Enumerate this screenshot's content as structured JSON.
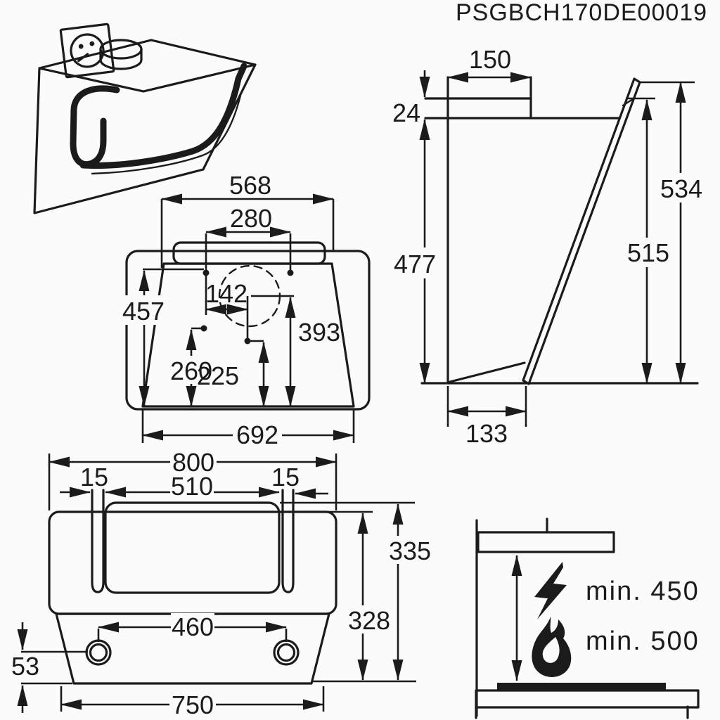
{
  "title": "PSGBCH170DE00019",
  "side_view": {
    "duct_width": "150",
    "duct_offset": "24",
    "body_height": "477",
    "total_height": "534",
    "glass_length": "515",
    "bottom_depth": "133"
  },
  "rear_view": {
    "top_width": "568",
    "upper_holes_span": "280",
    "hole_to_duct_offset": "142",
    "left_height": "457",
    "duct_center_height": "393",
    "lower_hole_left_height": "260",
    "lower_hole_mid_height": "225",
    "bottom_width": "692"
  },
  "top_view": {
    "total_width": "800",
    "glass_gap_left": "15",
    "opening_width": "510",
    "glass_gap_right": "15",
    "outer_depth": "335",
    "inner_depth": "328",
    "fixing_span": "460",
    "fixing_edge_offset": "53",
    "base_width": "750"
  },
  "clearance": {
    "electric_min": "min. 450",
    "gas_min": "min. 500"
  },
  "colors": {
    "line": "#1b1b1b",
    "background": "#fbfbfb"
  }
}
